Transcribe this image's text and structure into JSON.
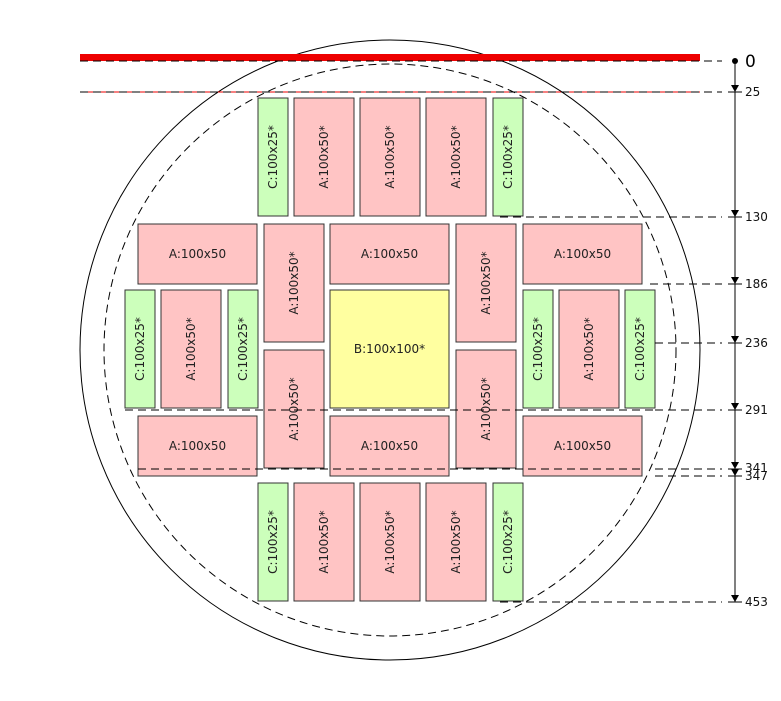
{
  "colors": {
    "A": "#ffc4c4",
    "B": "#ffffa0",
    "C": "#ccffbb",
    "outline": "#333333",
    "red_line": "#ee0000"
  },
  "ruler": {
    "zero_label": "0",
    "ticks": [
      "25",
      "130",
      "186",
      "236",
      "291",
      "341",
      "347",
      "453"
    ]
  },
  "pieces": [
    {
      "kind": "C",
      "label": "C:100x25*",
      "rotated": true
    },
    {
      "kind": "A",
      "label": "A:100x50*",
      "rotated": true
    },
    {
      "kind": "A",
      "label": "A:100x50*",
      "rotated": true
    },
    {
      "kind": "A",
      "label": "A:100x50*",
      "rotated": true
    },
    {
      "kind": "C",
      "label": "C:100x25*",
      "rotated": true
    },
    {
      "kind": "A",
      "label": "A:100x50",
      "rotated": false
    },
    {
      "kind": "A",
      "label": "A:100x50*",
      "rotated": true
    },
    {
      "kind": "A",
      "label": "A:100x50",
      "rotated": false
    },
    {
      "kind": "A",
      "label": "A:100x50*",
      "rotated": true
    },
    {
      "kind": "A",
      "label": "A:100x50",
      "rotated": false
    },
    {
      "kind": "C",
      "label": "C:100x25*",
      "rotated": true
    },
    {
      "kind": "A",
      "label": "A:100x50*",
      "rotated": true
    },
    {
      "kind": "C",
      "label": "C:100x25*",
      "rotated": true
    },
    {
      "kind": "B",
      "label": "B:100x100*",
      "rotated": false
    },
    {
      "kind": "C",
      "label": "C:100x25*",
      "rotated": true
    },
    {
      "kind": "A",
      "label": "A:100x50*",
      "rotated": true
    },
    {
      "kind": "C",
      "label": "C:100x25*",
      "rotated": true
    },
    {
      "kind": "A",
      "label": "A:100x50*",
      "rotated": true
    },
    {
      "kind": "A",
      "label": "A:100x50*",
      "rotated": true
    },
    {
      "kind": "A",
      "label": "A:100x50",
      "rotated": false
    },
    {
      "kind": "A",
      "label": "A:100x50",
      "rotated": false
    },
    {
      "kind": "A",
      "label": "A:100x50",
      "rotated": false
    },
    {
      "kind": "C",
      "label": "C:100x25*",
      "rotated": true
    },
    {
      "kind": "A",
      "label": "A:100x50*",
      "rotated": true
    },
    {
      "kind": "A",
      "label": "A:100x50*",
      "rotated": true
    },
    {
      "kind": "A",
      "label": "A:100x50*",
      "rotated": true
    },
    {
      "kind": "C",
      "label": "C:100x25*",
      "rotated": true
    }
  ]
}
